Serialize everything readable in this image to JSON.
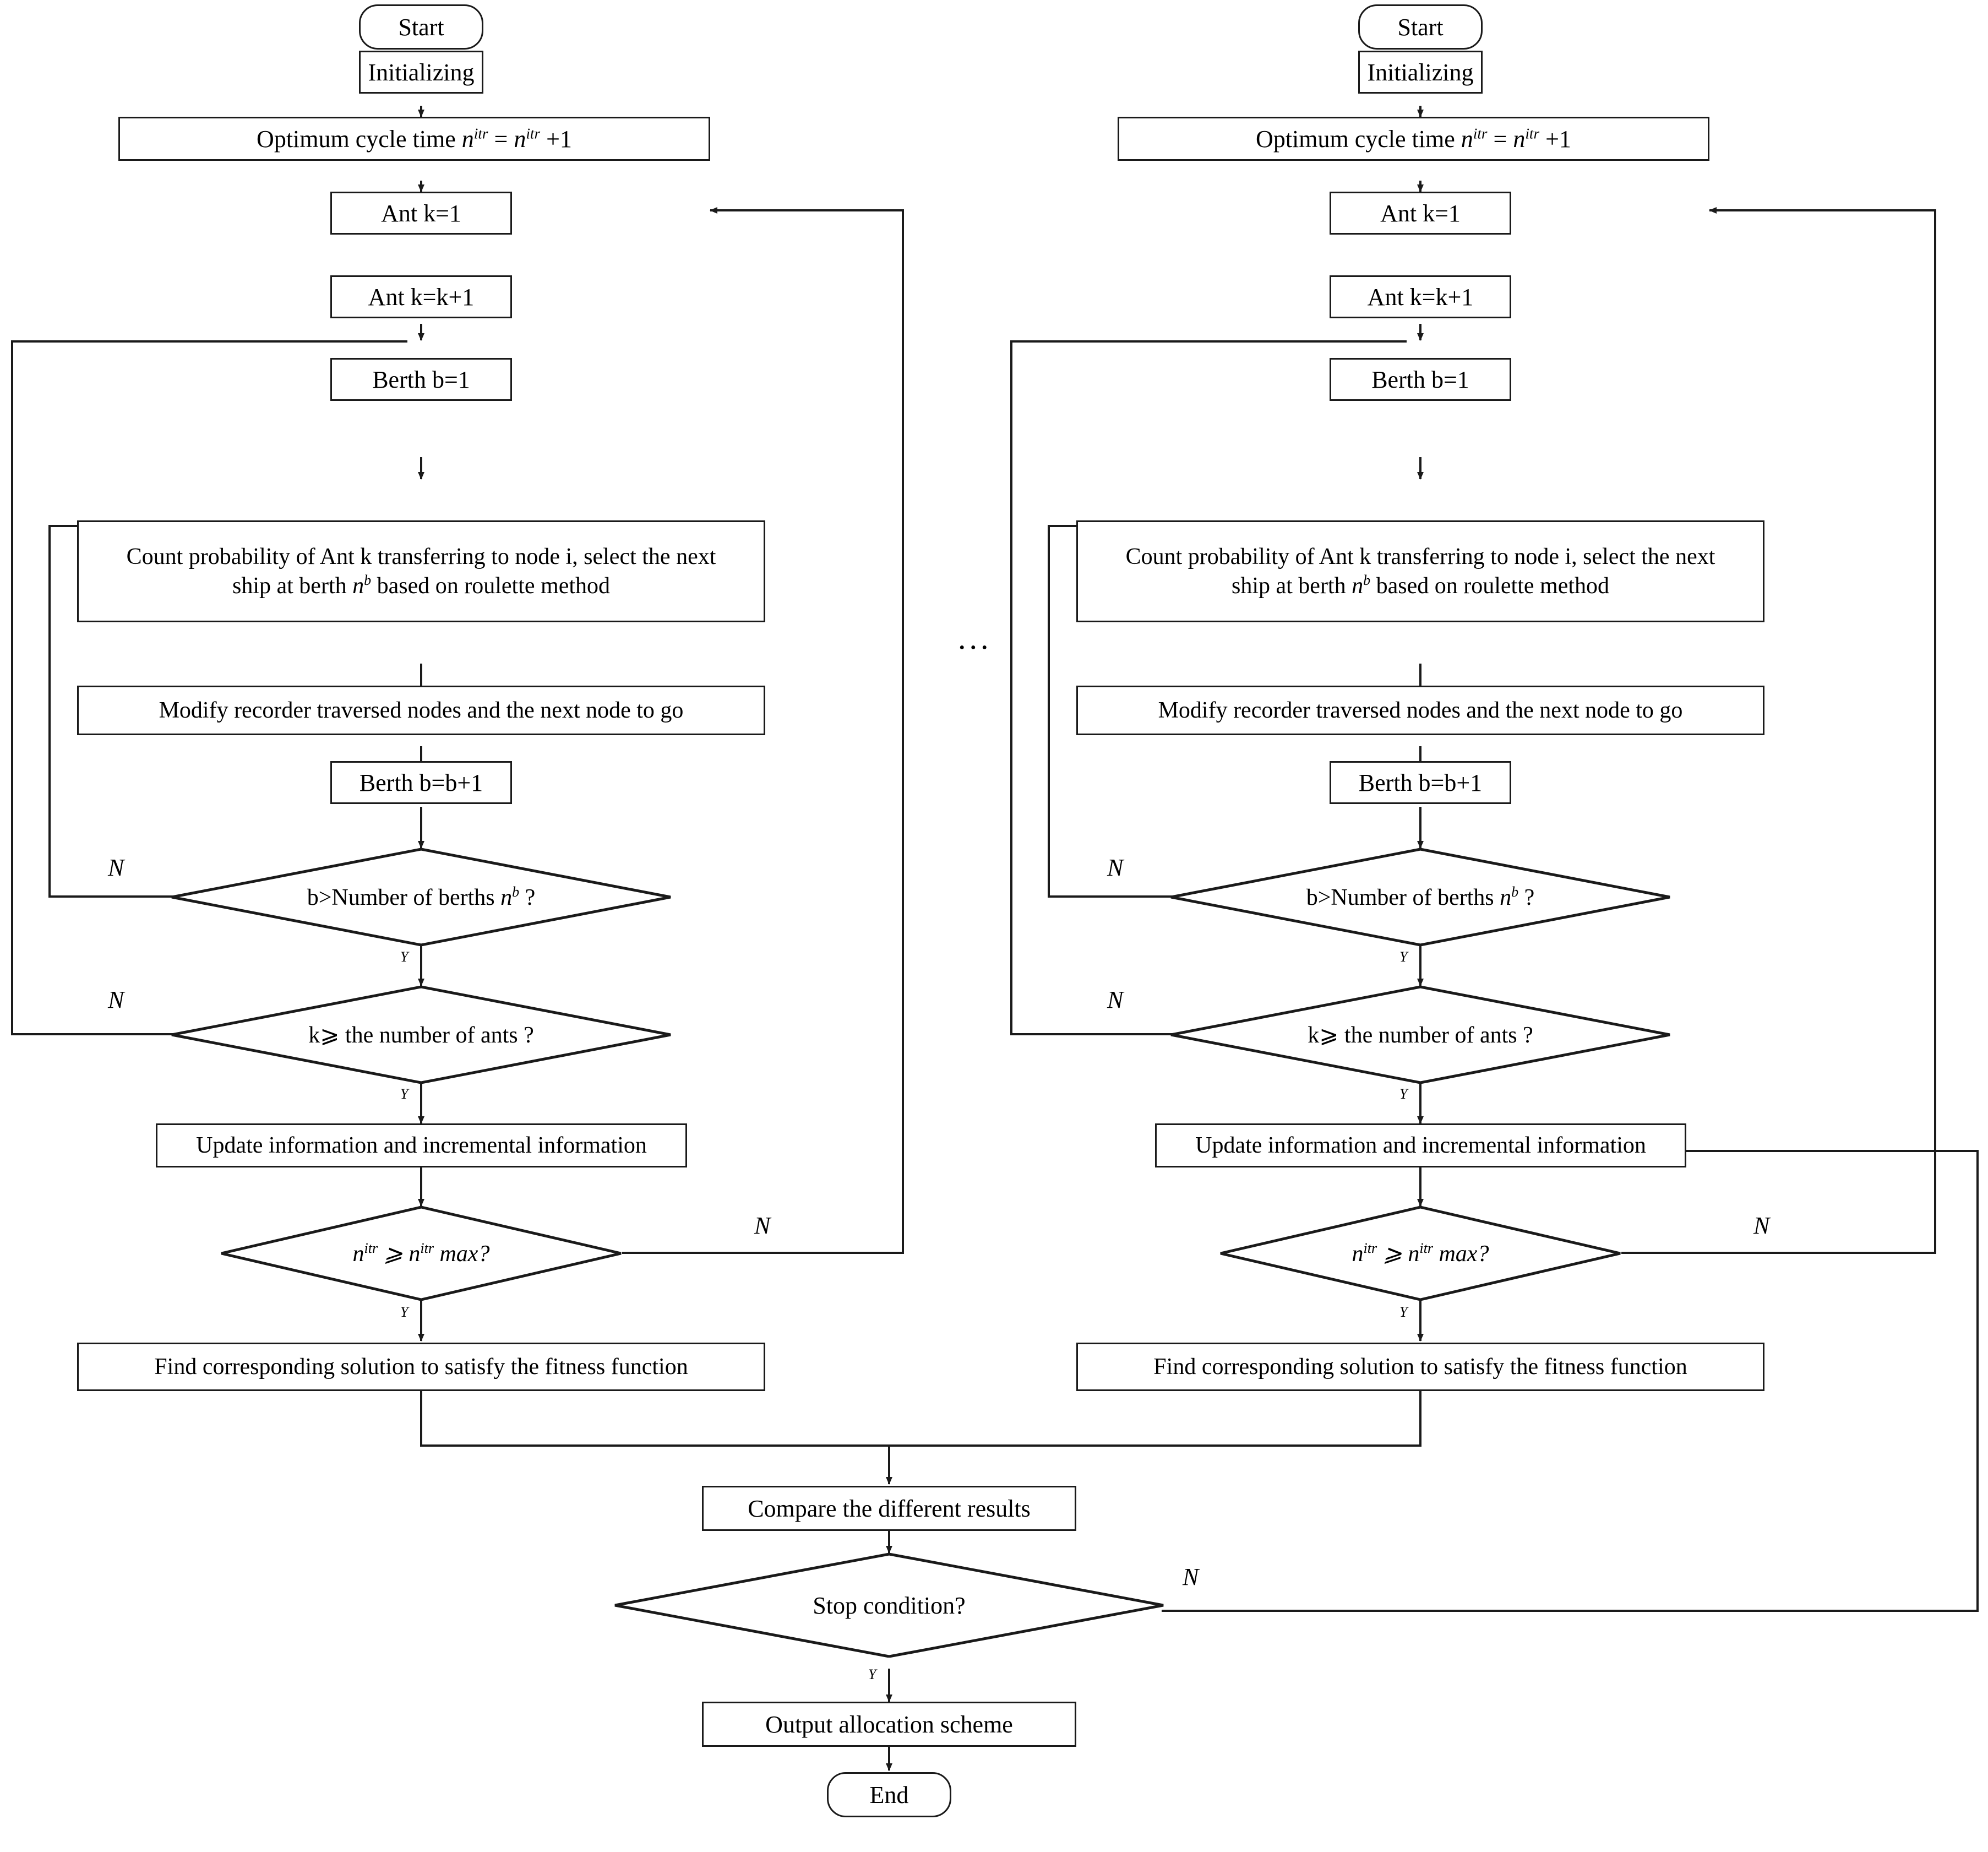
{
  "diagram": {
    "title": "Ant Colony Optimization flowchart for berth allocation",
    "ellipsis": "...",
    "labels": {
      "yes": "Y",
      "no": "N"
    },
    "colors": {
      "stroke": "#1a1a1a",
      "fill": "#ffffff",
      "text": "#000000"
    }
  },
  "columns": [
    {
      "id": "left",
      "nodes": {
        "start": "Start",
        "initializing": "Initializing",
        "optimum_cycle_pre": "Optimum cycle time ",
        "optimum_cycle_n1": "n",
        "optimum_cycle_sup1": "itr",
        "optimum_cycle_mid": " = ",
        "optimum_cycle_n2": "n",
        "optimum_cycle_sup2": "itr",
        "optimum_cycle_post": " +1",
        "ant_k1": "Ant k=1",
        "ant_kk1": "Ant k=k+1",
        "berth_b1": "Berth b=1",
        "count_line1": "Count probability of Ant k transferring to node i, select the next",
        "count_line2_pre": "ship at berth ",
        "count_line2_n": "n",
        "count_line2_sup": "b",
        "count_line2_post": " based on roulette method",
        "modify": "Modify recorder traversed nodes and the next node to go",
        "berth_bb1": "Berth b=b+1",
        "dec_berths_pre": "b>Number of berths ",
        "dec_berths_n": "n",
        "dec_berths_sup": "b",
        "dec_berths_post": " ?",
        "dec_ants": "k⩾ the number of  ants ?",
        "update_info": "Update information and incremental information",
        "dec_itr_n1": "n",
        "dec_itr_sup1": "itr",
        "dec_itr_mid": " ⩾ ",
        "dec_itr_n2": "n",
        "dec_itr_sup2": "itr",
        "dec_itr_post": " max?",
        "find_solution": "Find corresponding solution to satisfy the fitness function"
      }
    },
    {
      "id": "right",
      "nodes": {
        "start": "Start",
        "initializing": "Initializing",
        "optimum_cycle_pre": "Optimum cycle time ",
        "optimum_cycle_n1": "n",
        "optimum_cycle_sup1": "itr",
        "optimum_cycle_mid": " = ",
        "optimum_cycle_n2": "n",
        "optimum_cycle_sup2": "itr",
        "optimum_cycle_post": " +1",
        "ant_k1": "Ant k=1",
        "ant_kk1": "Ant k=k+1",
        "berth_b1": "Berth b=1",
        "count_line1": "Count probability of Ant k transferring to node i, select the next",
        "count_line2_pre": "ship at berth ",
        "count_line2_n": "n",
        "count_line2_sup": "b",
        "count_line2_post": " based on roulette method",
        "modify": "Modify recorder traversed nodes and the next node to go",
        "berth_bb1": "Berth b=b+1",
        "dec_berths_pre": "b>Number of berths ",
        "dec_berths_n": "n",
        "dec_berths_sup": "b",
        "dec_berths_post": " ?",
        "dec_ants": "k⩾ the number of  ants ?",
        "update_info": "Update information and incremental information",
        "dec_itr_n1": "n",
        "dec_itr_sup1": "itr",
        "dec_itr_mid": " ⩾ ",
        "dec_itr_n2": "n",
        "dec_itr_sup2": "itr",
        "dec_itr_post": " max?",
        "find_solution": "Find corresponding solution to satisfy the fitness function"
      }
    }
  ],
  "footer": {
    "compare": "Compare the different results",
    "stop_condition": "Stop condition?",
    "output": "Output allocation scheme",
    "end": "End"
  },
  "edge_labels": {
    "left_berths_no": "N",
    "left_ants_no": "N",
    "left_itr_no": "N",
    "right_berths_no": "N",
    "right_ants_no": "N",
    "right_itr_no": "N",
    "stop_no": "N",
    "left_berths_yes": "Y",
    "left_ants_yes": "Y",
    "left_itr_yes": "Y",
    "right_berths_yes": "Y",
    "right_ants_yes": "Y",
    "right_itr_yes": "Y",
    "stop_yes": "Y"
  }
}
